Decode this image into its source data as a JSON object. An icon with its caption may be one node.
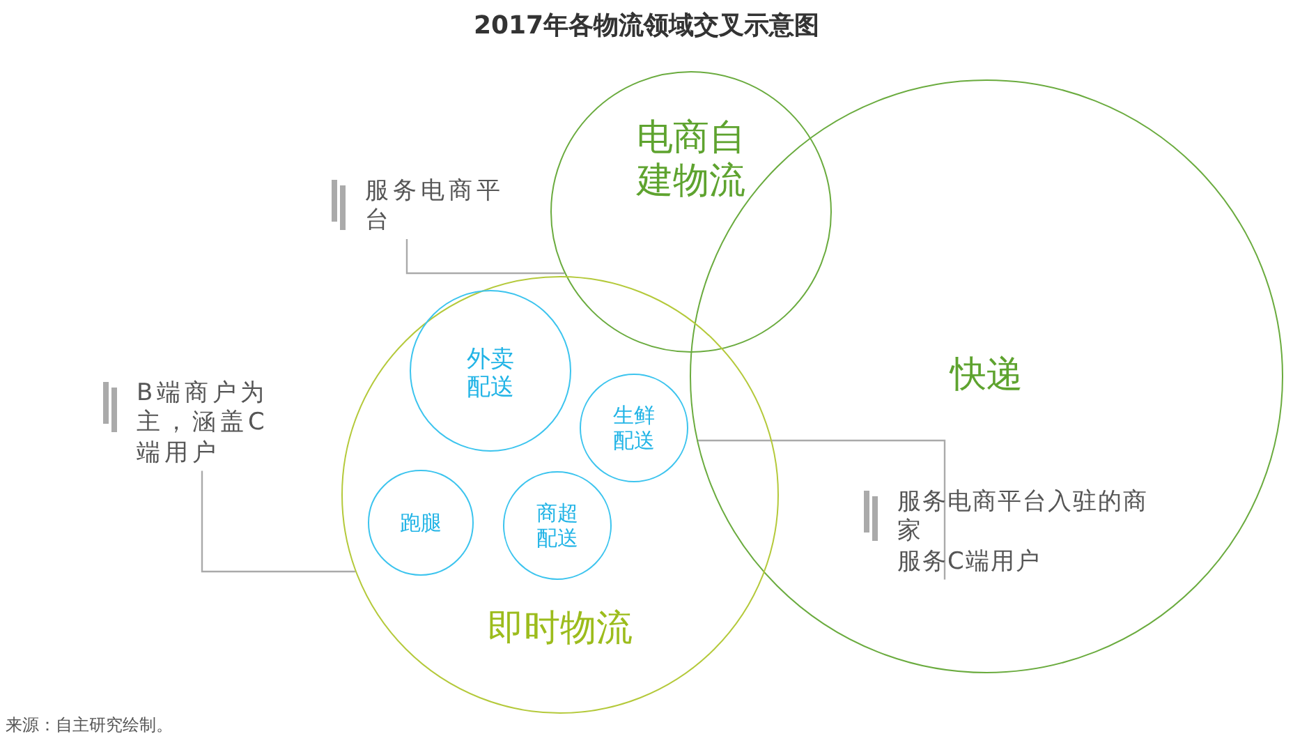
{
  "diagram": {
    "title": "2017年各物流领域交叉示意图",
    "caption": "来源：自主研究绘制。",
    "nodes": [
      {
        "text": [
          "电商自建物流"
        ]
      },
      {
        "text": [
          "快递"
        ]
      },
      {
        "text": [
          "即时物流"
        ]
      },
      {
        "text": [
          "外卖配送"
        ],
        "in": 2
      },
      {
        "text": [
          "生鲜配送"
        ],
        "in": 2
      },
      {
        "text": [
          "跑腿"
        ],
        "in": 2
      },
      {
        "text": [
          "商超配送"
        ],
        "in": 2
      },
      {
        "text": [
          "服务电商平台"
        ]
      },
      {
        "text": [
          "B端商户为主，涵盖C端用户"
        ]
      },
      {
        "text": [
          "服务电商平台入驻的商家",
          "服务C端用户"
        ],
        "in": 1
      }
    ],
    "edges": [
      {
        "from": 7,
        "to": 0,
        "arrow": "none"
      },
      {
        "from": 8,
        "to": 2,
        "arrow": "none"
      },
      {
        "from": 9,
        "to": 1,
        "arrow": "none"
      }
    ]
  }
}
